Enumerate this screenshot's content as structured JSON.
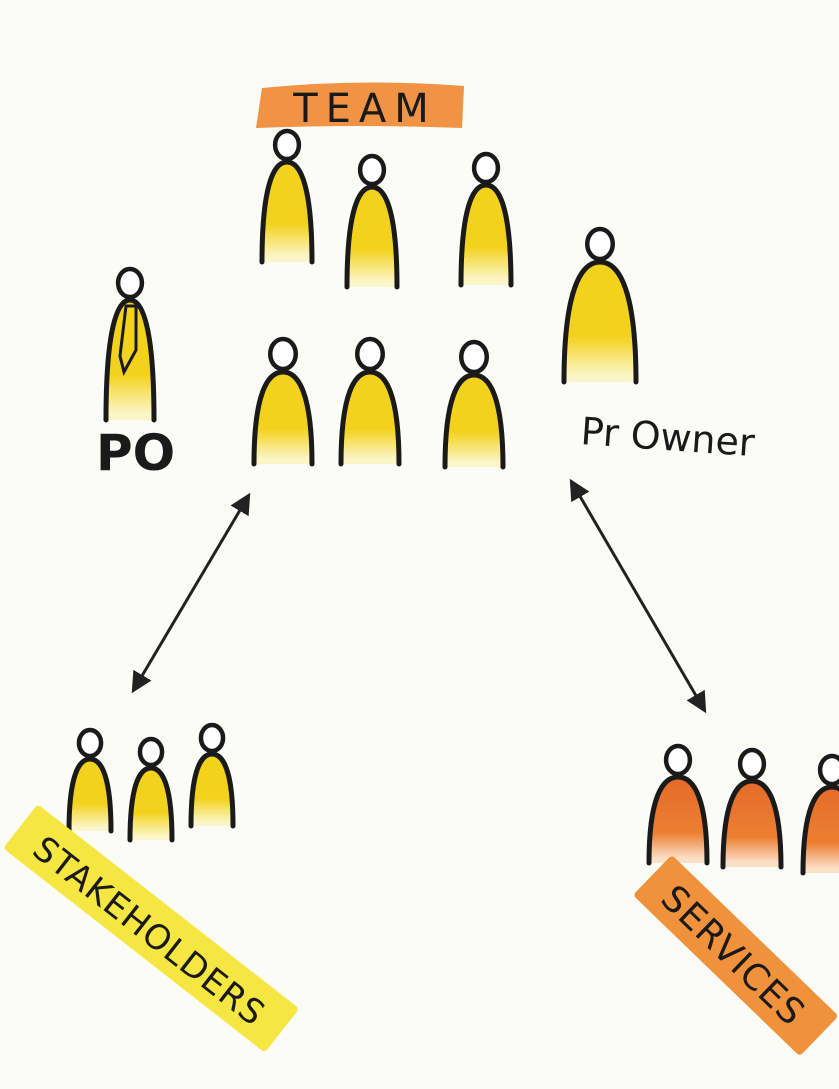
{
  "labels": {
    "team": "TEAM",
    "po": "PO",
    "pr_owner": "Pr Owner",
    "stakeholders": "STAKEHOLDERS",
    "services": "SERVICES"
  },
  "colors": {
    "paper": "#fbfbf8",
    "ink": "#1a1a1a",
    "yellow": "#f3d21e",
    "yellow_highlight": "#f5e642",
    "orange": "#e97a2e",
    "orange_highlight": "#f0923c"
  }
}
